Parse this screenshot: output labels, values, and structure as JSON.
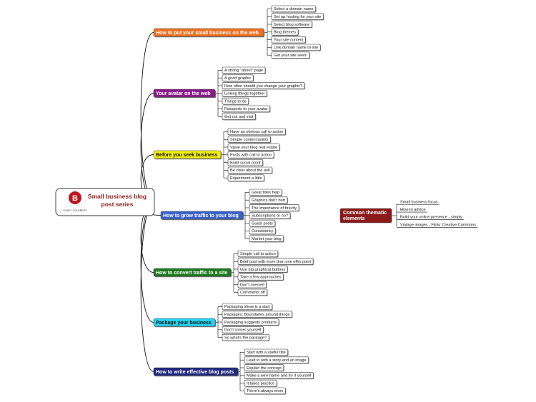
{
  "root": {
    "title_line1": "Small business blog",
    "title_line2": "post series",
    "logo_caption": "CASEY GOLDBERY"
  },
  "branches": [
    {
      "label": "How to put your small business on the web",
      "color": "#f07020",
      "text_dark": false,
      "leaves": [
        "Select a domain name",
        "Set up hosting for your site",
        "Select blog software",
        "Blog themes",
        "Your site content",
        "Link domain name to site",
        "Get your site seen!"
      ]
    },
    {
      "label": "Your avatar on the web",
      "color": "#8b1a8b",
      "text_dark": false,
      "leaves": [
        "A strong \"about\" page",
        "A good graphic",
        "How often should you change your graphic?",
        "Linking things together",
        "Things to do",
        "Passports to your avatar",
        "Get out and visit"
      ]
    },
    {
      "label": "Before you seek business",
      "color": "#f2ee10",
      "text_dark": true,
      "leaves": [
        "Have an obvious call to action",
        "Simple content points",
        "Value your blog real estate",
        "Posts with call to action",
        "Build social proof",
        "Be clear about the ask",
        "Experiment a little"
      ]
    },
    {
      "label": "How to grow traffic to your blog",
      "color": "#3a62cc",
      "text_dark": false,
      "leaves": [
        "Great titles help",
        "Graphics don't hurt",
        "The importance of brevity",
        "Subscriptions or no?",
        "Guest posts",
        "Consistency",
        "Market your blog"
      ]
    },
    {
      "label": "How to convert traffic to a site",
      "color": "#1d7a1d",
      "text_dark": false,
      "leaves": [
        "Simple call to action",
        "Brief post with more than one offer point",
        "Use big graphical buttons",
        "Take a few approaches",
        "Don't oversell",
        "Comments off"
      ]
    },
    {
      "label": "Package your business",
      "color": "#22d4ee",
      "text_dark": true,
      "leaves": [
        "Packaging ideas is a start",
        "Packages: Boundaries around things",
        "Packaging suggests products",
        "Don't corner yourself",
        "So what's the package?"
      ]
    },
    {
      "label": "How to write effective blog posts",
      "color": "#1e2880",
      "text_dark": false,
      "leaves": [
        "Start with a useful title",
        "Lead in with a story and an image",
        "Explain the concept",
        "Make a wire-frame and try it yourself",
        "It takes practice",
        "There's always more"
      ]
    }
  ],
  "common": {
    "label": "Common thematic elements",
    "color": "#8b1a1a",
    "items": [
      "Small business focus",
      "How-to advice",
      "Build your online presence - simply",
      "Vintage images - Flickr Creative Commons"
    ]
  }
}
